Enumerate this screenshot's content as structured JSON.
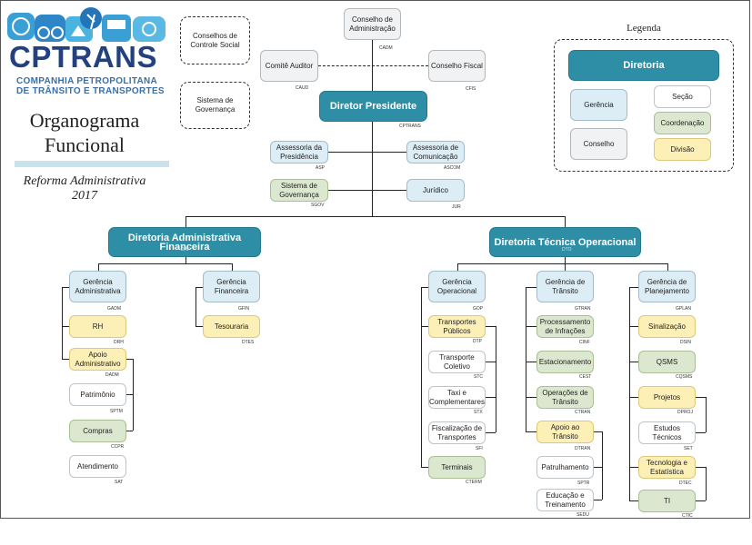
{
  "logo": {
    "name": "CPTRANS",
    "sub1": "COMPANHIA PETROPOLITANA",
    "sub2": "DE TRÂNSITO E TRANSPORTES"
  },
  "title": {
    "line1": "Organograma",
    "line2": "Funcional"
  },
  "subtitle": {
    "line1": "Reforma Administrativa",
    "line2": "2017"
  },
  "legend": {
    "title": "Legenda",
    "diretoria": "Diretoria",
    "gerencia": "Gerência",
    "secao": "Seção",
    "coordenacao": "Coordenação",
    "conselho": "Conselho",
    "divisao": "Divisão"
  },
  "top": {
    "conselhos_controle": "Conselhos de\nControle Social",
    "sistema_governanca_dashed": "Sistema de\nGovernança",
    "conselho_admin": {
      "label": "Conselho de\nAdministração",
      "code": "CADM"
    },
    "comite_auditor": {
      "label": "Comitê Auditor",
      "code": "CAUD"
    },
    "conselho_fiscal": {
      "label": "Conselho Fiscal",
      "code": "CFIS"
    },
    "diretor": {
      "label": "Diretor Presidente",
      "code": "CPTRANS"
    },
    "asp": {
      "label": "Assessoria da\nPresidência",
      "code": "ASP"
    },
    "ascom": {
      "label": "Assessoria de\nComunicação",
      "code": "ASCOM"
    },
    "sgov": {
      "label": "Sistema de\nGovernança",
      "code": "SGOV"
    },
    "jur": {
      "label": "Jurídico",
      "code": "JUR"
    }
  },
  "daf": {
    "label": "Diretoria Administrativa Financeira",
    "code": "DAF",
    "gadm": {
      "label": "Gerência\nAdministrativa",
      "code": "GADM"
    },
    "gfin": {
      "label": "Gerência\nFinanceira",
      "code": "GFIN"
    },
    "drh": {
      "label": "RH",
      "code": "DRH"
    },
    "dadm": {
      "label": "Apoio\nAdministrativo",
      "code": "DADM"
    },
    "sptm": {
      "label": "Patrimônio",
      "code": "SPTM"
    },
    "ccpr": {
      "label": "Compras",
      "code": "CCPR"
    },
    "sat": {
      "label": "Atendimento",
      "code": "SAT"
    },
    "dtes": {
      "label": "Tesouraria",
      "code": "DTES"
    }
  },
  "dto": {
    "label": "Diretoria Técnica Operacional",
    "code": "DTO",
    "gop": {
      "label": "Gerência\nOperacional",
      "code": "GOP"
    },
    "dtp": {
      "label": "Transportes\nPúblicos",
      "code": "DTP"
    },
    "stc": {
      "label": "Transporte\nColetivo",
      "code": "STC"
    },
    "stx": {
      "label": "Taxi e\nComplementares",
      "code": "STX"
    },
    "sfi": {
      "label": "Fiscalização de\nTransportes",
      "code": "SFI"
    },
    "cterm": {
      "label": "Terminais",
      "code": "CTERM"
    },
    "gtran": {
      "label": "Gerência de\nTrânsito",
      "code": "GTRAN"
    },
    "cinf": {
      "label": "Processamento\nde Infrações",
      "code": "CINF"
    },
    "cest": {
      "label": "Estacionamento",
      "code": "CEST"
    },
    "ctran": {
      "label": "Operações de\nTrânsito",
      "code": "CTRAN"
    },
    "dtran": {
      "label": "Apoio ao Trânsito",
      "code": "DTRAN"
    },
    "sptr": {
      "label": "Patrulhamento",
      "code": "SPTR"
    },
    "sedu": {
      "label": "Educação e\nTreinamento",
      "code": "SEDU"
    },
    "gplan": {
      "label": "Gerência de\nPlanejamento",
      "code": "GPLAN"
    },
    "dsin": {
      "label": "Sinalização",
      "code": "DSIN"
    },
    "cqsms": {
      "label": "QSMS",
      "code": "CQSMS"
    },
    "dproj": {
      "label": "Projetos",
      "code": "DPROJ"
    },
    "set": {
      "label": "Estudos Técnicos",
      "code": "SET"
    },
    "dtec": {
      "label": "Tecnologia e\nEstatística",
      "code": "DTEC"
    },
    "ctic": {
      "label": "TI",
      "code": "CTIC"
    }
  }
}
